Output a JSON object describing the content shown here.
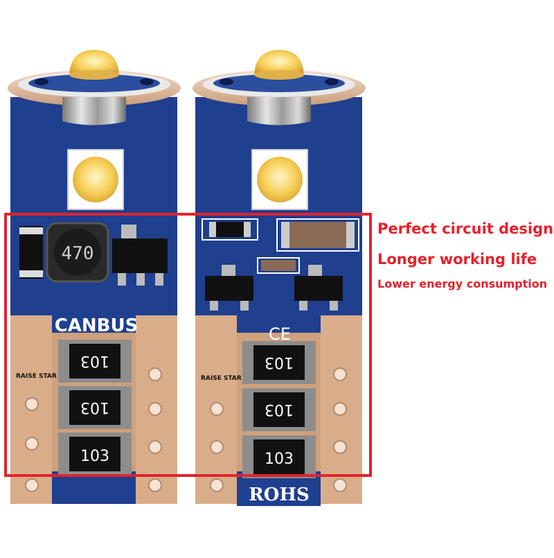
{
  "features": [
    "Perfect circuit design",
    "Longer working life",
    "Lower energy consumption"
  ],
  "bulb_left": {
    "inductor_marking": "470",
    "board_label": "CANBUS",
    "brand_label": "RAISE STAR",
    "resistor_markings": [
      "103",
      "103",
      "103"
    ]
  },
  "bulb_right": {
    "mark_label": "CE",
    "brand_label": "RAISE STAR",
    "resistor_markings": [
      "103",
      "103",
      "103"
    ],
    "board_label": "ROHS"
  },
  "colors": {
    "pcb_blue": "#1f3f8f",
    "copper": "#d9ad8a",
    "highlight_red": "#e0232c",
    "led_yellow": "#f6cf57"
  }
}
